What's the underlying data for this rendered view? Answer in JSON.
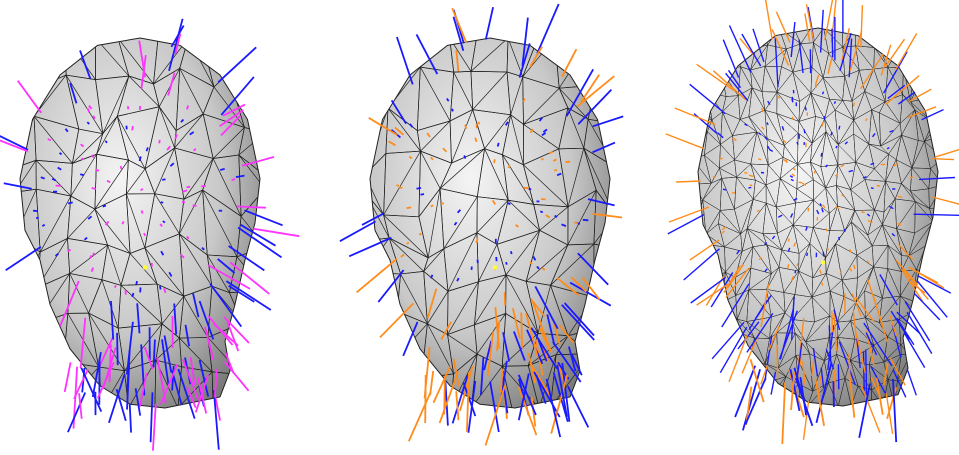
{
  "figure": {
    "panels": [
      {
        "id": "coarse-mesh-normals-a",
        "normal_colors": [
          "#1a1aff",
          "#ff33ff"
        ],
        "marker_color": "#ffff33",
        "density": "coarse"
      },
      {
        "id": "coarse-mesh-normals-b",
        "normal_colors": [
          "#1a1aff",
          "#ff8c1a"
        ],
        "marker_color": "#ffff33",
        "density": "coarse"
      },
      {
        "id": "fine-mesh-normals",
        "normal_colors": [
          "#1a1aff",
          "#ff8c1a"
        ],
        "marker_color": "#ffff33",
        "density": "fine"
      }
    ],
    "background_color": "#ffffff",
    "mesh_edge_color": "#222222",
    "surface_colors": [
      "#f4f4f4",
      "#c8c8c8",
      "#7a7a7a"
    ]
  }
}
